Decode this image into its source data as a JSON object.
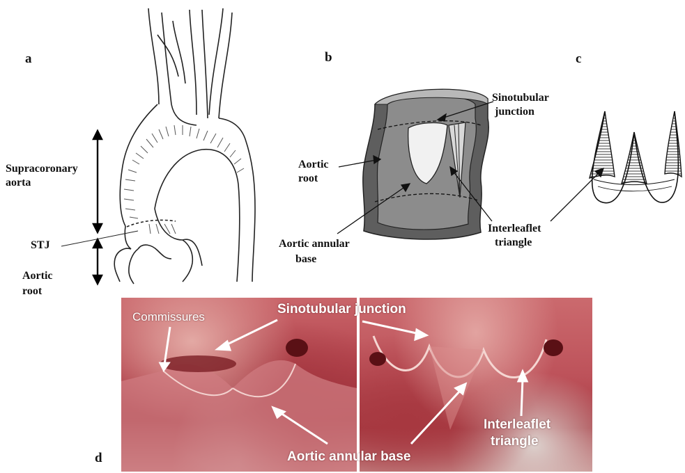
{
  "panels": {
    "a": {
      "letter": "a",
      "labels": {
        "supracoronary_line1": "Supracoronary",
        "supracoronary_line2": "aorta",
        "stj": "STJ",
        "root_line1": "Aortic",
        "root_line2": "root"
      }
    },
    "b": {
      "letter": "b",
      "labels": {
        "stj_line1": "Sinotubular",
        "stj_line2": "junction",
        "root_line1": "Aortic",
        "root_line2": "root",
        "annular_line1": "Aortic annular",
        "annular_line2": "base",
        "interleaflet_line1": "Interleaflet",
        "interleaflet_line2": "triangle"
      }
    },
    "c": {
      "letter": "c"
    },
    "d": {
      "letter": "d",
      "labels": {
        "commissures": "Commissures",
        "sinotubular": "Sinotubular junction",
        "annular": "Aortic annular base",
        "interleaflet_line1": "Interleaflet",
        "interleaflet_line2": "triangle"
      }
    }
  },
  "colors": {
    "root_dark": "#5e5e5e",
    "root_mid": "#8c8c8c",
    "root_light": "#b8b8b8",
    "leaflet": "#f1f1f1",
    "photo_tissue": "#c3545a",
    "photo_deep": "#7a1e24"
  }
}
